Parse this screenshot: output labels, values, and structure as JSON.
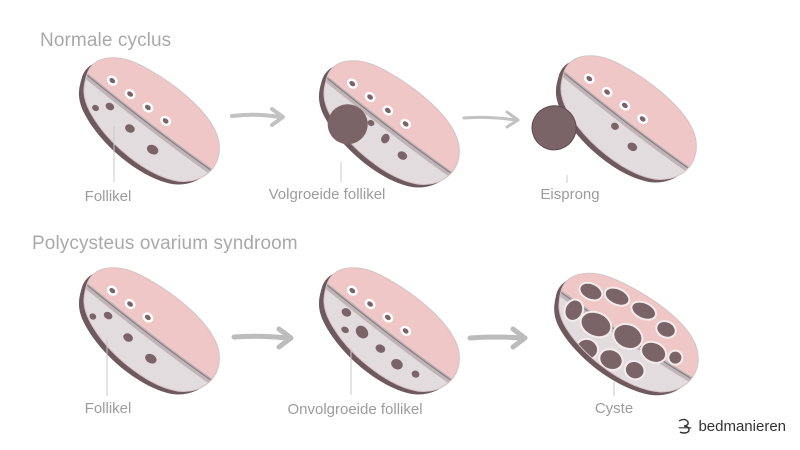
{
  "sections": [
    {
      "title": "Normale cyclus",
      "labels": [
        "Follikel",
        "Volgroeide follikel",
        "Eisprong"
      ]
    },
    {
      "title": "Polycysteus ovarium syndroom",
      "labels": [
        "Follikel",
        "Onvolgroeide follikel",
        "Cyste"
      ]
    }
  ],
  "brand": {
    "name": "bedmanieren",
    "icon": "bedmanieren-logo-icon"
  },
  "colors": {
    "ovary_pink": "#efc7c6",
    "ovary_grey": "#e3dcdf",
    "follicle": "#7a6467",
    "arrow": "#c2c2c2",
    "text": "#9c9c9c"
  }
}
